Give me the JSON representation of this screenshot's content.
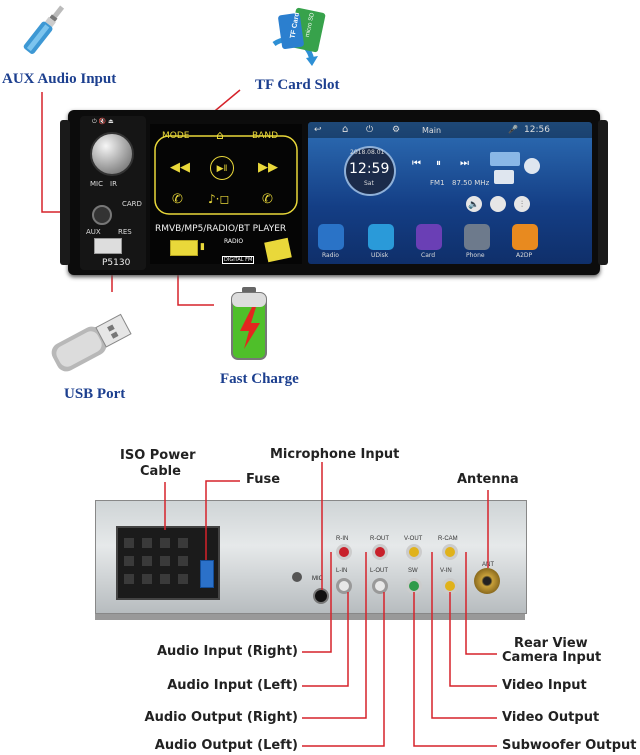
{
  "top_labels": {
    "aux_audio_input": "AUX Audio Input",
    "tf_card_slot": "TF Card Slot",
    "usb_port": "USB Port",
    "fast_charge": "Fast Charge"
  },
  "tf_card_icon_text": {
    "line1": "TF Card",
    "line2": "micro SD"
  },
  "radio_unit": {
    "model": "P5130",
    "mode_label": "MODE",
    "band_label": "BAND",
    "player_text": "RMVB/MP5/RADIO/BT PLAYER",
    "mic_label": "MIC",
    "ir_label": "IR",
    "card_label": "CARD",
    "aux_label": "AUX",
    "res_label": "RES",
    "radio_badge": "RADIO",
    "digital_fm": "DIGITAL FM",
    "screen": {
      "title": "Main",
      "status_time": "12:56",
      "clock": "12:59",
      "date": "2018.08.01",
      "day": "Sat",
      "band": "FM1",
      "frequency": "87.50 MHz",
      "apps": [
        "Radio",
        "UDisk",
        "Card",
        "Phone",
        "A2DP"
      ]
    }
  },
  "back_labels": {
    "iso_power_cable_l1": "ISO Power",
    "iso_power_cable_l2": "Cable",
    "fuse": "Fuse",
    "microphone_input": "Microphone Input",
    "antenna": "Antenna",
    "audio_input_right": "Audio Input (Right)",
    "audio_input_left": "Audio Input (Left)",
    "audio_output_right": "Audio Output (Right)",
    "audio_output_left": "Audio Output (Left)",
    "rear_view_camera_input_l1": "Rear View",
    "rear_view_camera_input_l2": "Camera Input",
    "video_input": "Video Input",
    "video_output": "Video Output",
    "subwoofer_output": "Subwoofer Output"
  },
  "back_panel_marks": {
    "r_in": "R-IN",
    "l_in": "L-IN",
    "r_out": "R-OUT",
    "l_out": "L-OUT",
    "v_out": "V-OUT",
    "sw": "SW",
    "r_cam": "R-CAM",
    "v_in": "V-IN",
    "mic": "MIC",
    "ant": "ANT"
  },
  "colors": {
    "callout_blue": "#1c3f8f",
    "leader_red": "#d6222a",
    "rca_red": "#c8202a",
    "rca_white": "#e8e8e8",
    "rca_yellow": "#e0b21a",
    "rca_green": "#2e9b4a",
    "panel_yellow": "#e9d83a"
  }
}
